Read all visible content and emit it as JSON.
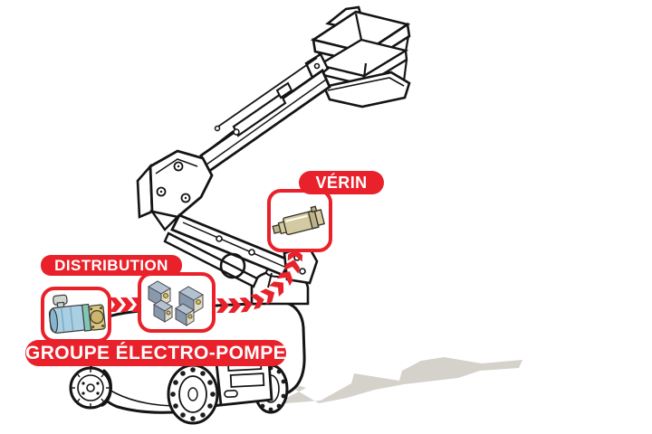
{
  "labels": {
    "verin": "VÉRIN",
    "distribution": "DISTRIBUTION",
    "groupe_electro_pompe": "GROUPE ÉLECTRO-POMPE"
  },
  "parts": [
    {
      "id": "verin",
      "label": "VÉRIN",
      "icon": "hydraulic-cylinder-icon"
    },
    {
      "id": "distribution",
      "label": "DISTRIBUTION",
      "icon": "valve-block-icon"
    },
    {
      "id": "groupe-electro-pompe",
      "label": "GROUPE ÉLECTRO-POMPE",
      "icon": "electro-pump-icon"
    }
  ],
  "colors": {
    "accent_red": "#E8212A",
    "line": "#141414",
    "shadow_grey": "#D5D1CB",
    "cylinder_tan": "#D3CAA4",
    "cylinder_dark": "#BDB28B",
    "pump_blue": "#A9CFE2",
    "pump_blue_dark": "#86B7CF",
    "pump_teal": "#84C6B4",
    "pump_gold": "#D9C47E",
    "valve_grey_blue": "#8799AB",
    "valve_top": "#B4C2CF",
    "valve_beige": "#E2DBC6",
    "valve_yellow": "#E8C82E"
  }
}
